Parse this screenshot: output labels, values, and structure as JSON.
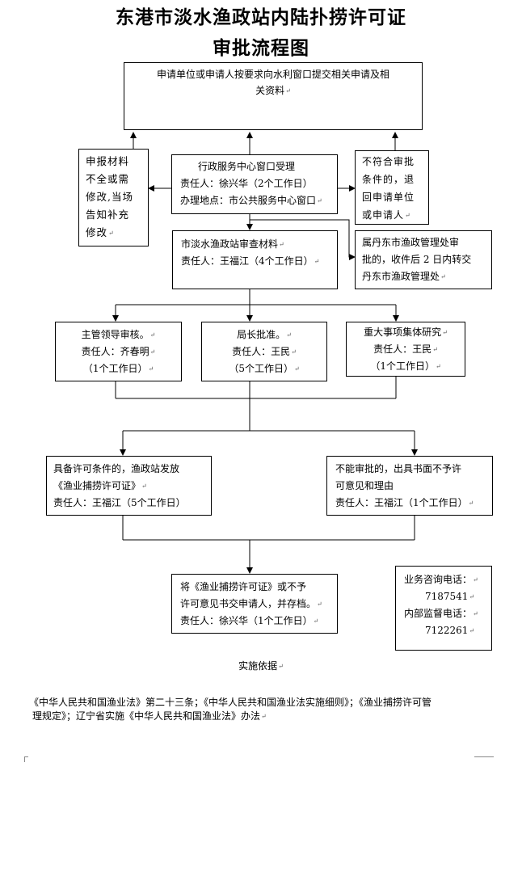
{
  "title": {
    "line1": "东港市淡水渔政站内陆扑捞许可证",
    "line2": "审批流程图"
  },
  "boxes": {
    "apply": {
      "lines": [
        "申请单位或申请人按要求向水利窗口提交相关申请及相",
        "关资料"
      ]
    },
    "supplement": {
      "lines": [
        "申报材料",
        "不全或需",
        "修改,当场",
        "告知补充",
        "修改"
      ]
    },
    "accept": {
      "lines": [
        "行政服务中心窗口受理",
        "责任人：徐兴华（2个工作日）",
        "办理地点：市公共服务中心窗口"
      ]
    },
    "reject": {
      "lines": [
        "不符合审批",
        "条件的，退",
        "回申请单位",
        "或申请人"
      ]
    },
    "review": {
      "lines": [
        "市淡水渔政站审查材料",
        "责任人：王福江（4个工作日）"
      ]
    },
    "transfer": {
      "lines": [
        "属丹东市渔政管理处审",
        "批的，收件后 2 日内转交",
        "丹东市渔政管理处"
      ]
    },
    "supervisor": {
      "lines": [
        "主管领导审核。",
        "责任人：齐春明",
        "（1个工作日）"
      ]
    },
    "director": {
      "lines": [
        "局长批准。",
        "责任人：王民",
        "（5个工作日）"
      ]
    },
    "collective": {
      "lines": [
        "重大事项集体研究",
        "责任人：王民",
        "（1个工作日）"
      ]
    },
    "issue": {
      "lines": [
        "具备许可条件的，渔政站发放",
        "《渔业捕捞许可证》",
        "责任人：王福江（5个工作日）"
      ]
    },
    "deny": {
      "lines": [
        "不能审批的，出具书面不予许",
        "可意见和理由",
        "责任人：王福江（1个工作日）"
      ]
    },
    "deliver": {
      "lines": [
        "将《渔业捕捞许可证》或不予",
        "许可意见书交申请人，并存档。",
        "责任人：徐兴华（1个工作日）"
      ]
    },
    "contact": {
      "lines": [
        "业务咨询电话：",
        "7187541",
        "内部监督电话：",
        "7122261"
      ]
    }
  },
  "basis": {
    "heading": "实施依据",
    "text_line1": "《中华人民共和国渔业法》第二十三条；《中华人民共和国渔业法实施细则》；《渔业捕捞许可管",
    "text_line2": "理规定》；辽宁省实施《中华人民共和国渔业法》办法"
  }
}
